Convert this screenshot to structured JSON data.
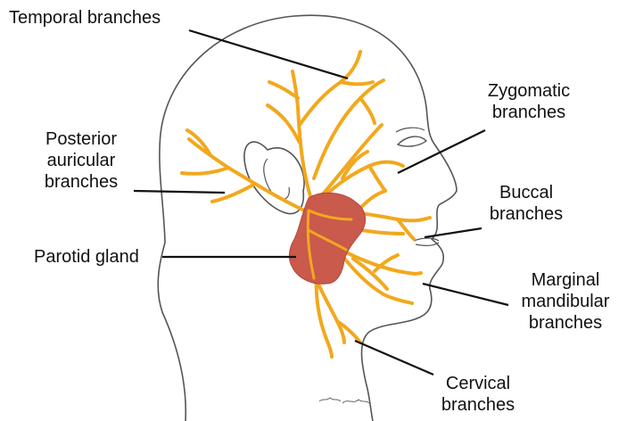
{
  "labels": {
    "temporal": "Temporal branches",
    "zygomatic": [
      "Zygomatic",
      "branches"
    ],
    "posterior_auricular": [
      "Posterior",
      "auricular",
      "branches"
    ],
    "buccal": [
      "Buccal",
      "branches"
    ],
    "parotid": "Parotid gland",
    "marginal_mandibular": [
      "Marginal",
      "mandibular",
      "branches"
    ],
    "cervical": [
      "Cervical",
      "branches"
    ]
  },
  "colors": {
    "nerve": "#f2a81d",
    "gland": "#c95a4c",
    "outline": "#555555",
    "leader": "#111111"
  }
}
